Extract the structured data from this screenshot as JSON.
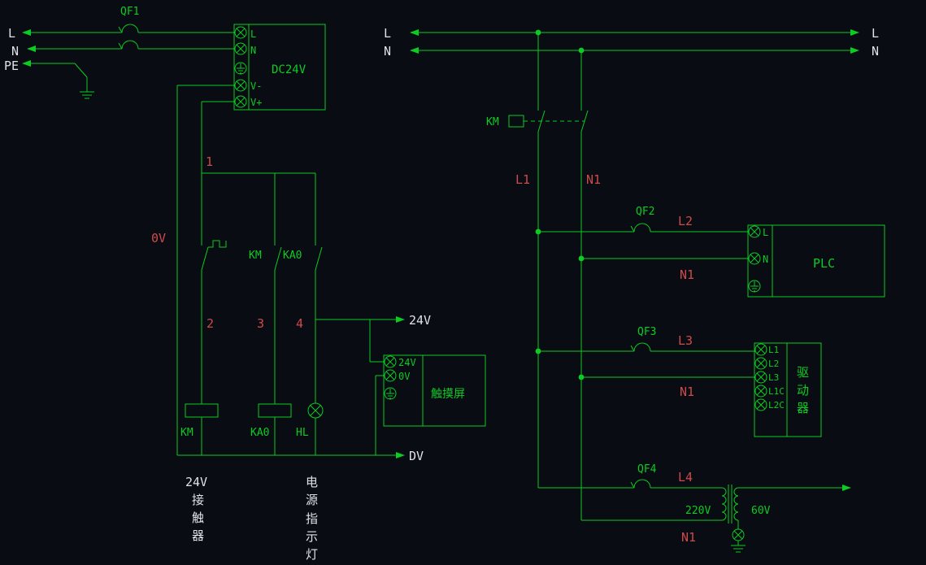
{
  "palette": {
    "background": "#090c13",
    "wire_green": "#0ccc22",
    "label_red": "#cf4a4a",
    "label_white": "#dfe2e6"
  },
  "ac_input": {
    "l": "L",
    "n": "N",
    "pe": "PE",
    "breaker": "QF1"
  },
  "psu": {
    "title": "DC24V",
    "term_l": "L",
    "term_n": "N",
    "term_vminus": "V-",
    "term_vplus": "V+"
  },
  "control": {
    "wire0v": "0V",
    "wire1": "1",
    "wire2": "2",
    "wire3": "3",
    "wire4": "4",
    "km_no_contact": "KM",
    "ka0_no_contact": "KA0",
    "km_coil": "KM",
    "ka0_coil": "KA0",
    "lamp": "HL",
    "out_24v": "24V",
    "out_0v": "DV"
  },
  "touchscreen": {
    "title": "触摸屏",
    "term_24v": "24V",
    "term_0v": "0V"
  },
  "captions": {
    "contactor": [
      "24V",
      "接",
      "触",
      "器"
    ],
    "indicator": [
      "电",
      "源",
      "指",
      "示",
      "灯"
    ]
  },
  "mains": {
    "l_left": "L",
    "n_left": "N",
    "l_right": "L",
    "n_right": "N",
    "km": "KM",
    "l1": "L1",
    "n1": "N1"
  },
  "plc": {
    "breaker": "QF2",
    "line": "L2",
    "neutral": "N1",
    "title": "PLC",
    "term_l": "L",
    "term_n": "N"
  },
  "driver": {
    "breaker": "QF3",
    "line": "L3",
    "neutral": "N1",
    "title": [
      "驱",
      "动",
      "器"
    ],
    "terminals": [
      "L1",
      "L2",
      "L3",
      "L1C",
      "L2C"
    ]
  },
  "transformer": {
    "breaker": "QF4",
    "line": "L4",
    "neutral": "N1",
    "primary_v": "220V",
    "secondary_v": "60V"
  }
}
